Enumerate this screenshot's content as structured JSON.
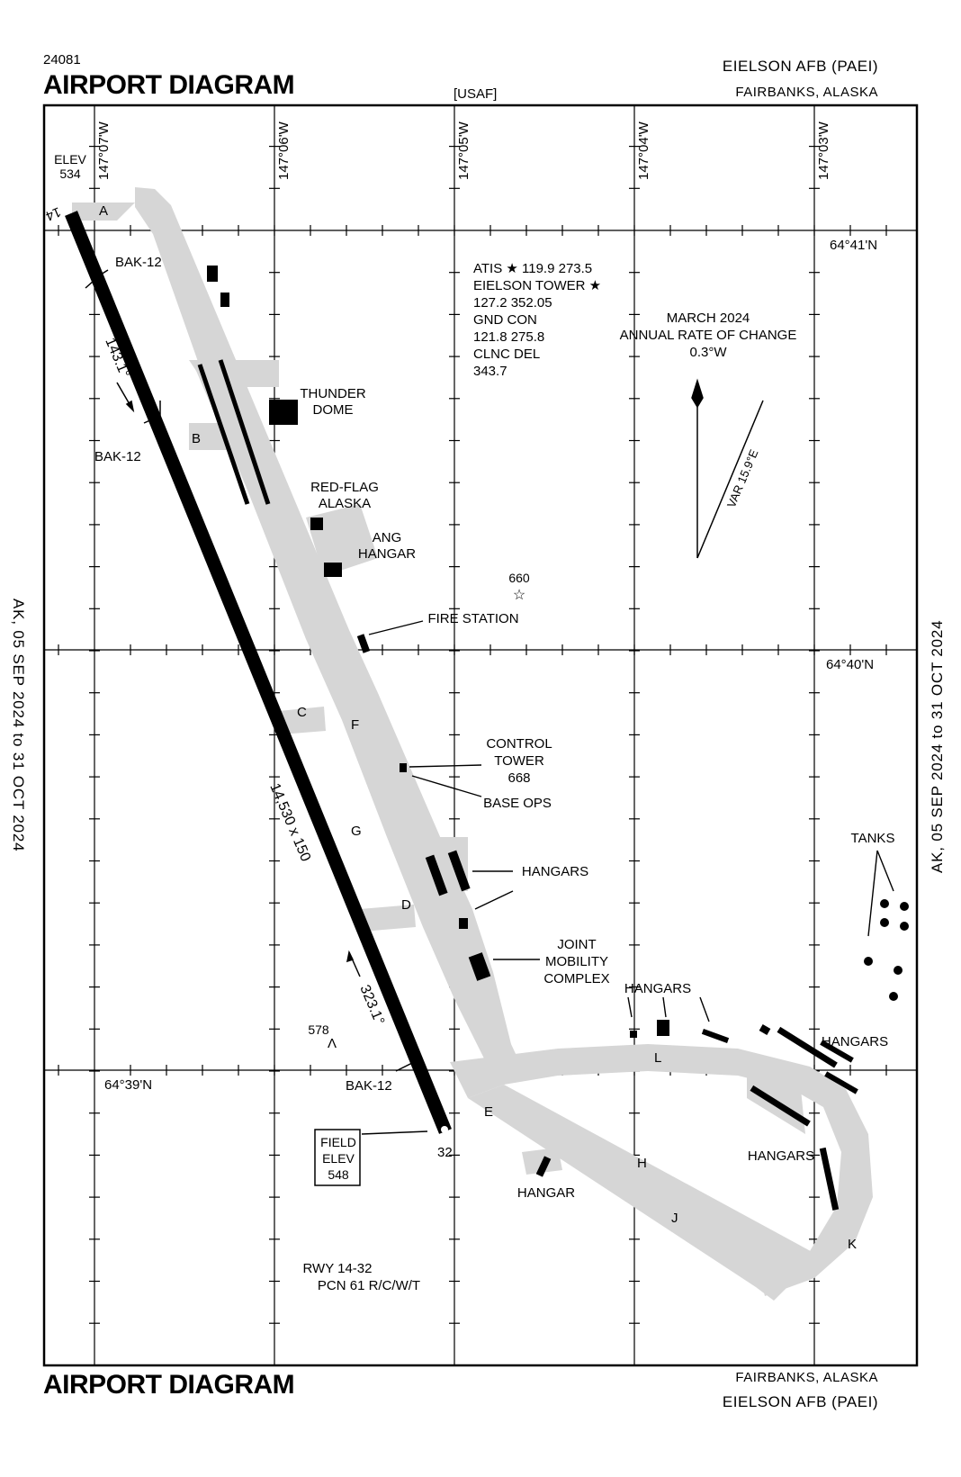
{
  "header": {
    "code": "24081",
    "title": "AIRPORT DIAGRAM",
    "airport": "EIELSON AFB   (PAEI)",
    "city": "FAIRBANKS,  ALASKA",
    "operator": "[USAF]"
  },
  "footer": {
    "title": "AIRPORT DIAGRAM",
    "city": "FAIRBANKS,  ALASKA",
    "airport": "EIELSON AFB   (PAEI)"
  },
  "validity": {
    "left": "AK,  05 SEP 2024  to  31 OCT 2024",
    "right": "AK,  05 SEP 2024  to  31 OCT 2024"
  },
  "grid": {
    "longitudes": [
      "147°07'W",
      "147°06'W",
      "147°05'W",
      "147°04'W",
      "147°03'W"
    ],
    "latitudes": [
      "64°41'N",
      "64°40'N",
      "64°39'N"
    ]
  },
  "frequencies": [
    "ATIS ★ 119.9   273.5",
    "EIELSON TOWER ★",
    "127.2   352.05",
    "GND CON",
    "121.8   275.8",
    "CLNC DEL",
    "343.7"
  ],
  "variation": {
    "lines": [
      "MARCH 2024",
      "ANNUAL RATE OF CHANGE",
      "0.3°W"
    ],
    "label": "VAR 15.9°E"
  },
  "runway": {
    "end_north": "14",
    "end_south": "32",
    "dimensions": "14,530 x 150",
    "heading_north": "143.1°",
    "heading_south": "323.1°",
    "designation": "RWY 14-32",
    "pcn": "PCN 61 R/C/W/T"
  },
  "elevations": {
    "elev_label": "ELEV",
    "elev_value": "534",
    "field_label_1": "FIELD",
    "field_label_2": "ELEV",
    "field_value": "548",
    "obstacle_660": "660",
    "obstacle_578": "578"
  },
  "arresting_gear": [
    "BAK-12",
    "BAK-12",
    "BAK-12"
  ],
  "taxiways": [
    "A",
    "B",
    "C",
    "D",
    "E",
    "F",
    "G",
    "H",
    "J",
    "K",
    "L"
  ],
  "facilities": {
    "thunder_dome": [
      "THUNDER",
      "DOME"
    ],
    "red_flag": [
      "RED-FLAG",
      "ALASKA"
    ],
    "ang_hangar": [
      "ANG",
      "HANGAR"
    ],
    "fire_station": "FIRE STATION",
    "control_tower": [
      "CONTROL",
      "TOWER",
      "668"
    ],
    "base_ops": "BASE OPS",
    "hangars": "HANGARS",
    "joint_mobility": [
      "JOINT",
      "MOBILITY",
      "COMPLEX"
    ],
    "hangar": "HANGAR",
    "tanks": "TANKS"
  }
}
